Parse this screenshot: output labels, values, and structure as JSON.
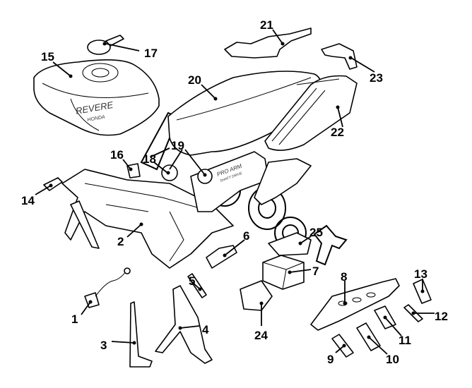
{
  "diagram": {
    "type": "exploded parts diagram",
    "decals": {
      "tank_brand": "REVERE",
      "tank_make": "HONDA",
      "swingarm_line1": "PRO ARM",
      "swingarm_line2": "SHAFT DRIVE"
    },
    "callouts": [
      {
        "number": "1"
      },
      {
        "number": "2"
      },
      {
        "number": "3"
      },
      {
        "number": "4"
      },
      {
        "number": "5"
      },
      {
        "number": "6"
      },
      {
        "number": "7"
      },
      {
        "number": "8"
      },
      {
        "number": "9"
      },
      {
        "number": "10"
      },
      {
        "number": "11"
      },
      {
        "number": "12"
      },
      {
        "number": "13"
      },
      {
        "number": "14"
      },
      {
        "number": "15"
      },
      {
        "number": "16"
      },
      {
        "number": "17"
      },
      {
        "number": "18"
      },
      {
        "number": "19"
      },
      {
        "number": "20"
      },
      {
        "number": "21"
      },
      {
        "number": "22"
      },
      {
        "number": "23"
      },
      {
        "number": "24"
      },
      {
        "number": "25"
      }
    ]
  }
}
